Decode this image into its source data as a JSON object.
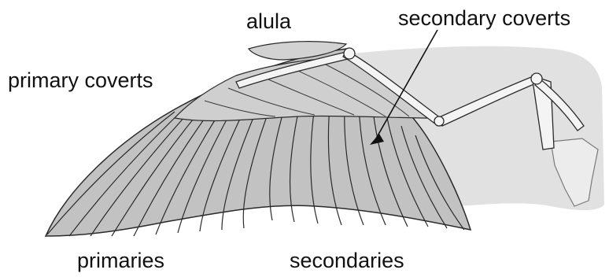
{
  "labels": {
    "alula": "alula",
    "secondary_coverts": "secondary coverts",
    "primary_coverts": "primary coverts",
    "primaries": "primaries",
    "secondaries": "secondaries"
  },
  "colors": {
    "background": "#ffffff",
    "body_shade": "#d9d9d9",
    "feather_fill": "#bdbdbd",
    "covert_fill": "#c9c9c9",
    "outline": "#2a2a2a",
    "bone_fill": "#f4f4f4"
  }
}
